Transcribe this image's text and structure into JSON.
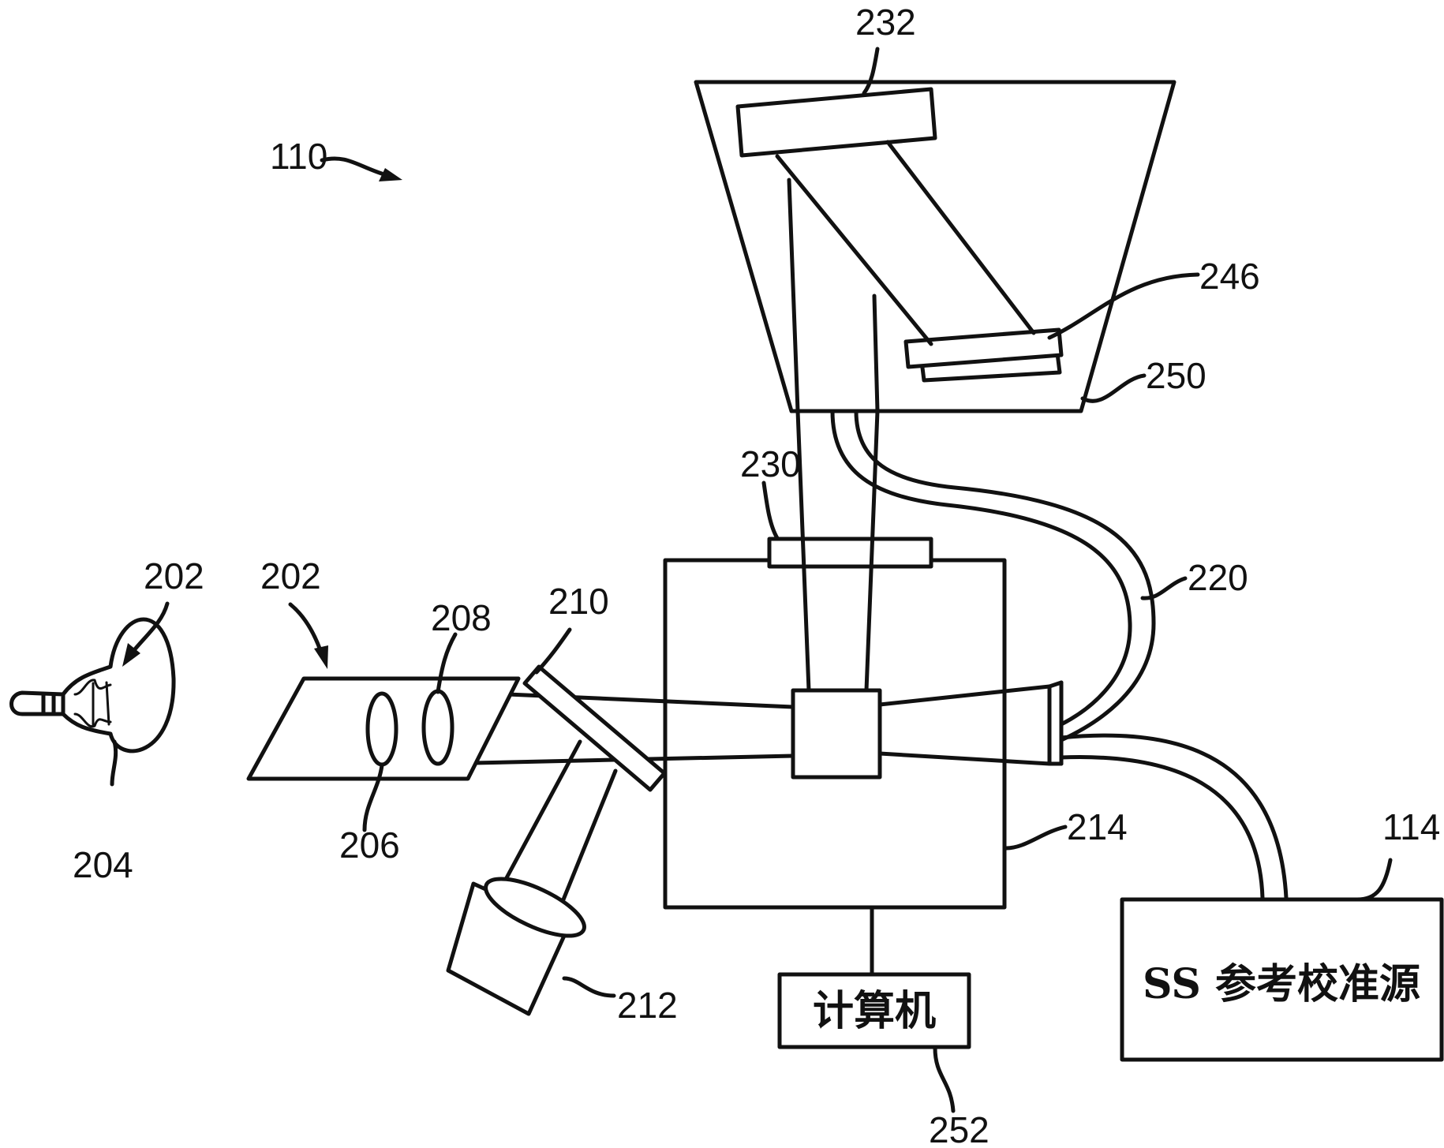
{
  "labels": {
    "l110": "110",
    "l202a": "202",
    "l202b": "202",
    "l204": "204",
    "l206": "206",
    "l208": "208",
    "l210": "210",
    "l212": "212",
    "l214": "214",
    "l220": "220",
    "l230": "230",
    "l232": "232",
    "l246": "246",
    "l250": "250",
    "l252": "252",
    "l114": "114"
  },
  "computer_text": "计算机",
  "reference_source_text": "SS 参考校准源"
}
